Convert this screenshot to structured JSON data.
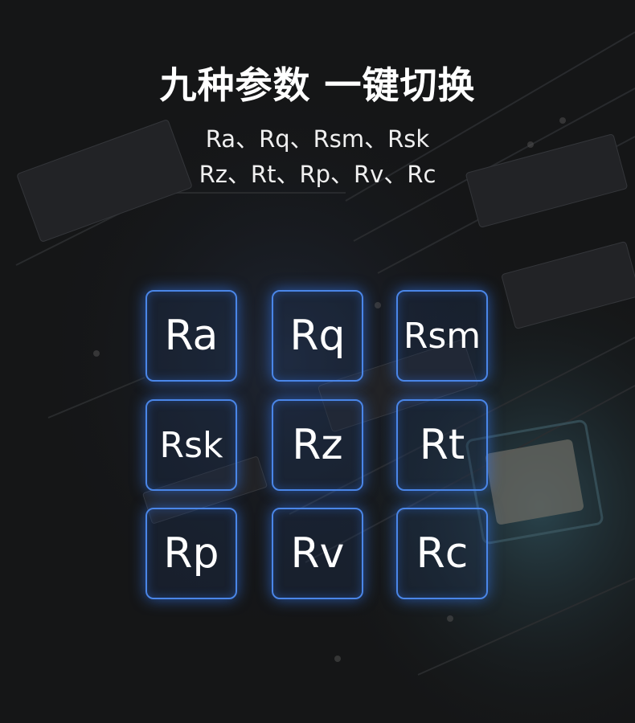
{
  "heading": "九种参数 一键切换",
  "params_line1": "Ra、Rq、Rsm、Rsk",
  "params_line2": "Rz、Rt、Rp、Rv、Rc",
  "tiles": [
    "Ra",
    "Rq",
    "Rsm",
    "Rsk",
    "Rz",
    "Rt",
    "Rp",
    "Rv",
    "Rc"
  ],
  "colors": {
    "tile_border": "#4a86e8",
    "background": "#141516",
    "text": "#ffffff"
  }
}
